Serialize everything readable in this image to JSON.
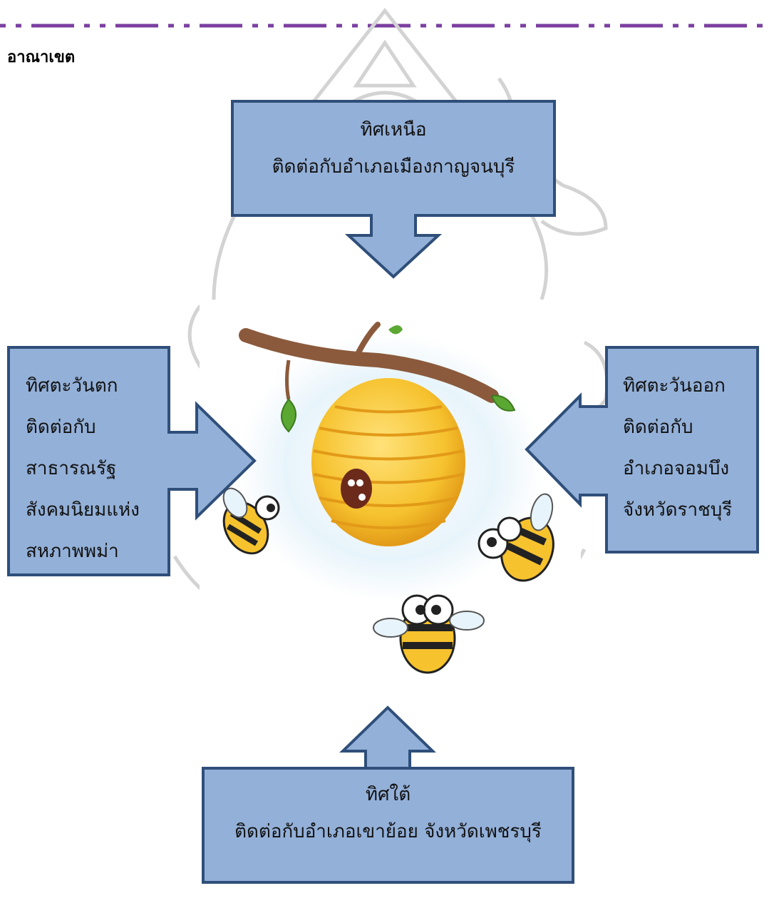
{
  "heading": "อาณาเขต",
  "colors": {
    "dash_line": "#7b3fa0",
    "box_fill": "#93b0d8",
    "box_stroke": "#2f4f7a",
    "watermark": "#cfcfcf",
    "hive": "#f6c22e",
    "hive_stripe": "#e29a18",
    "branch": "#8b5a3c",
    "leaf": "#5aa832"
  },
  "directions": {
    "north": {
      "title": "ทิศเหนือ",
      "line1": "ติดต่อกับอำเภอเมืองกาญจนบุรี"
    },
    "south": {
      "title": "ทิศใต้",
      "line1": "ติดต่อกับอำเภอเขาย้อย จังหวัดเพชรบุรี"
    },
    "west": {
      "lines": [
        "ทิศตะวันตก",
        "ติดต่อกับ",
        "สาธารณรัฐ",
        "สังคมนิยมแห่ง",
        "สหภาพพม่า"
      ]
    },
    "east": {
      "lines": [
        "ทิศตะวันออก",
        "ติดต่อกับ",
        "อำเภอจอมบึง",
        "จังหวัดราชบุรี"
      ]
    }
  },
  "illustration": {
    "icon": "beehive-with-bees-illustration",
    "watermark_icon": "university-seal-watermark"
  }
}
